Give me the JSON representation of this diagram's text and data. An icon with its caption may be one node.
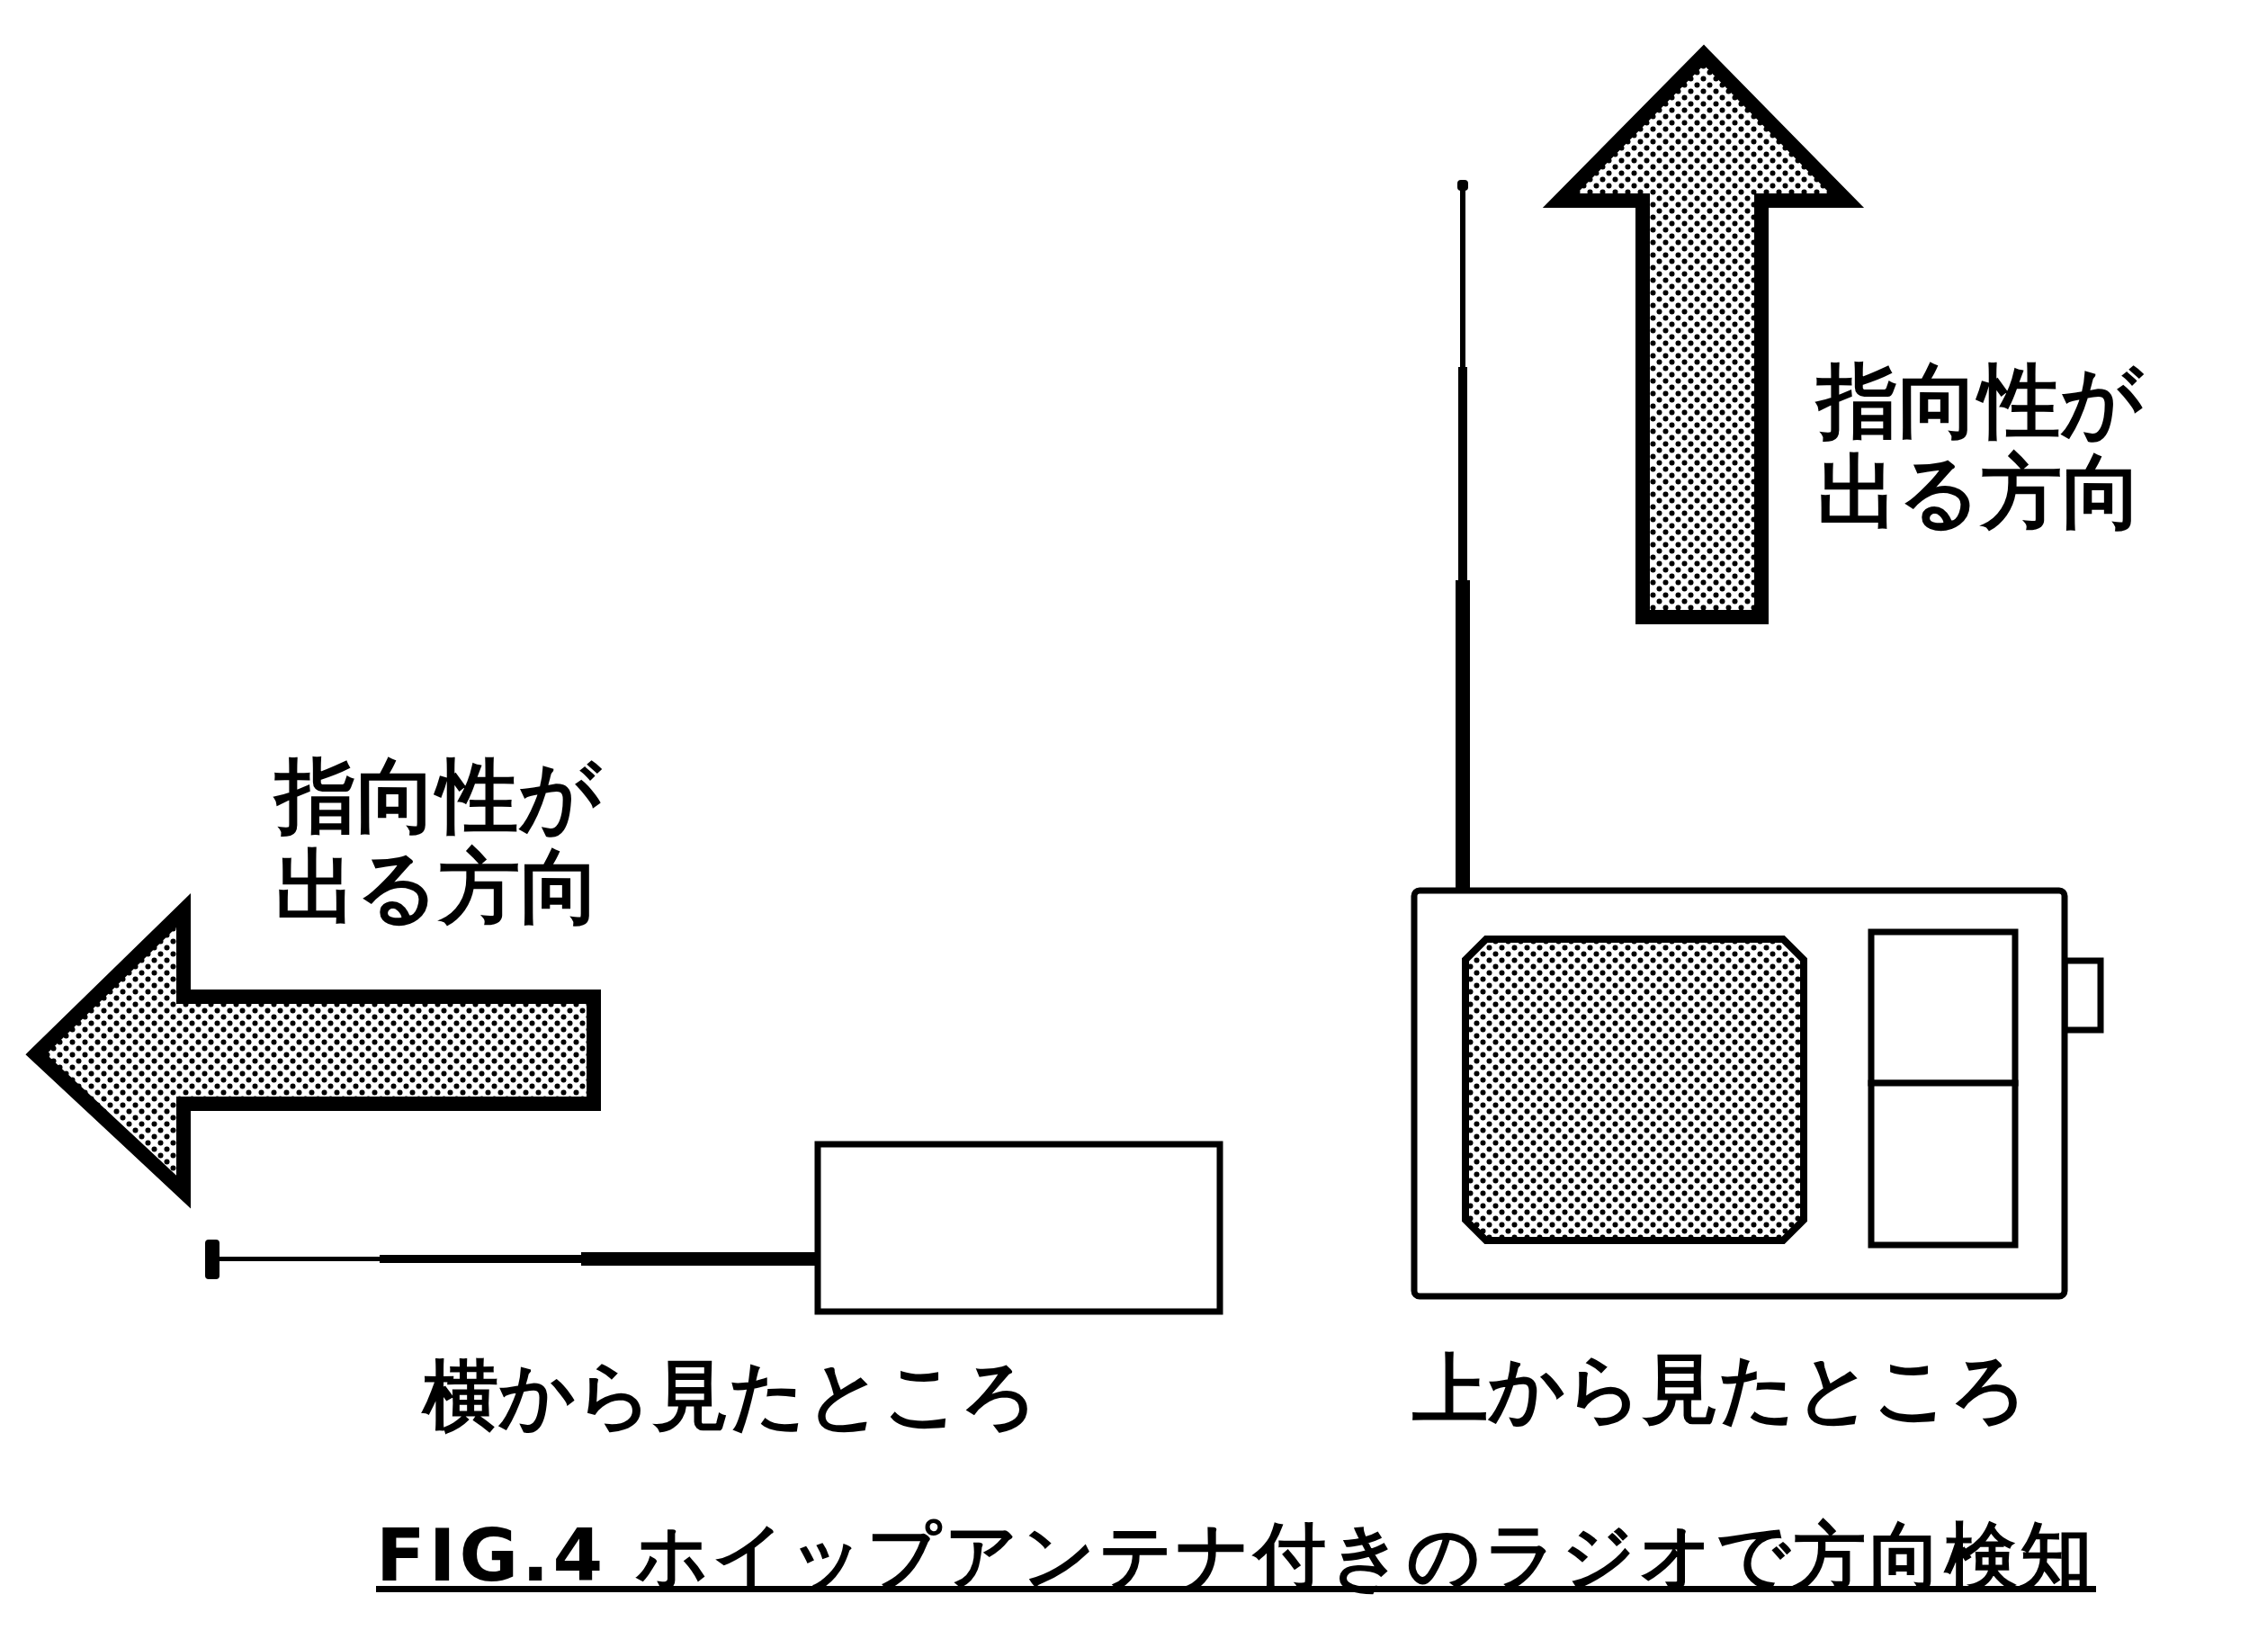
{
  "diagram": {
    "caption": "FIG.4 ホイップアンテナ付きのラジオで方向検知",
    "labels": [
      "指向性が出る方向",
      "指向性が出る方向",
      "横から見たところ",
      "上から見たところ"
    ]
  }
}
